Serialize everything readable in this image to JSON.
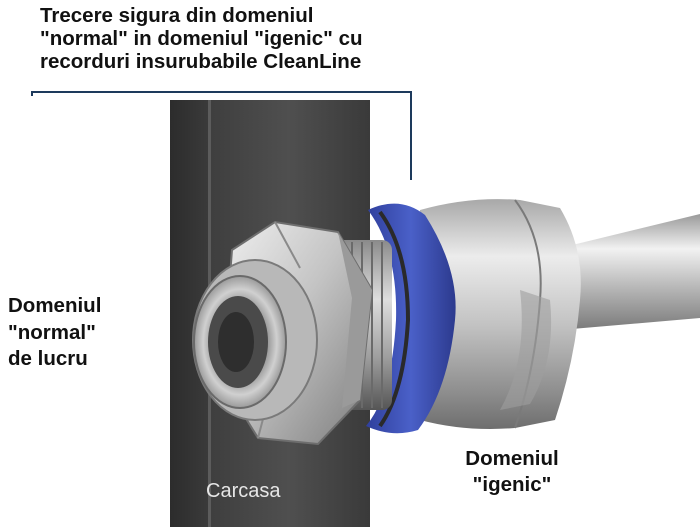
{
  "callout": {
    "lines": [
      "Trecere sigura din domeniul",
      "\"normal\" in domeniul  \"igenic\" cu",
      "recorduri insurubabile CleanLine"
    ]
  },
  "zones": {
    "normal": {
      "lines": [
        "Domeniul",
        "\"normal\"",
        "de lucru"
      ]
    },
    "hygienic": {
      "lines": [
        "Domeniul",
        "\"igenic\""
      ]
    }
  },
  "housing_label": "Carcasa",
  "colors": {
    "housing_wall": "#4b4b4b",
    "seal_ring": "#3b4fb6",
    "leader_line": "#1d3a5c",
    "metal": "#c9c9c9"
  }
}
